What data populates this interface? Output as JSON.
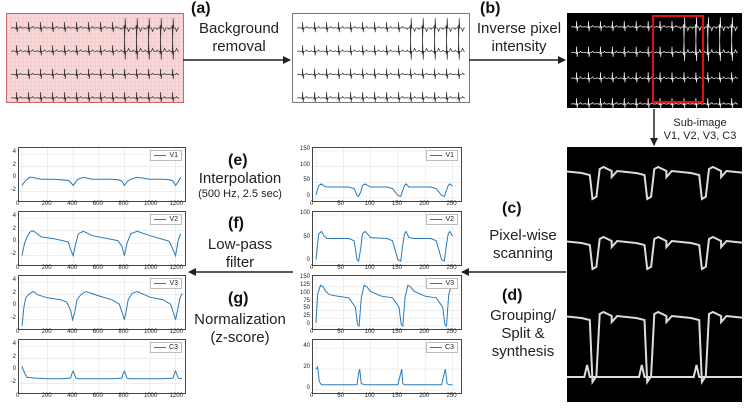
{
  "steps": {
    "a": {
      "letter": "(a)",
      "text": "Background\nremoval"
    },
    "b": {
      "letter": "(b)",
      "text": "Inverse pixel\nintensity"
    },
    "subimage": {
      "text": "Sub-image\nV1, V2, V3, C3"
    },
    "c": {
      "letter": "(c)",
      "text": "Pixel-wise\nscanning"
    },
    "d": {
      "letter": "(d)",
      "text": "Grouping/\nSplit &\nsynthesis"
    },
    "e": {
      "letter": "(e)",
      "text": "Interpolation",
      "sub": "(500 Hz, 2.5 sec)"
    },
    "f": {
      "letter": "(f)",
      "text": "Low-pass\nfilter"
    },
    "g": {
      "letter": "(g)",
      "text": "Normalization\n(z-score)"
    }
  },
  "colors": {
    "pink_bg": "#f8dada",
    "pink_grid": "#e8a8a8",
    "line": "#2a7ab8",
    "highlight": "#e01010"
  },
  "chart_data": [
    {
      "type": "line",
      "name": "scanned-signals",
      "x_ticks": [
        "0",
        "50",
        "100",
        "150",
        "200",
        "250"
      ],
      "xlim": [
        0,
        260
      ],
      "panels": [
        {
          "legend": "V1",
          "y_ticks": [
            "150",
            "100",
            "50",
            "0"
          ],
          "ylim": [
            0,
            150
          ],
          "x": [
            0,
            5,
            10,
            15,
            20,
            30,
            60,
            70,
            75,
            78,
            82,
            85,
            90,
            100,
            130,
            140,
            150,
            155,
            158,
            162,
            165,
            170,
            180,
            210,
            220,
            230,
            235,
            238,
            242,
            245,
            250
          ],
          "y": [
            10,
            40,
            45,
            38,
            35,
            35,
            35,
            30,
            8,
            5,
            20,
            40,
            45,
            35,
            35,
            30,
            8,
            5,
            20,
            40,
            45,
            35,
            35,
            35,
            30,
            8,
            5,
            20,
            40,
            45,
            38
          ]
        },
        {
          "legend": "V2",
          "y_ticks": [
            "100",
            "50",
            "0"
          ],
          "ylim": [
            0,
            100
          ],
          "x": [
            0,
            5,
            10,
            15,
            20,
            30,
            60,
            70,
            75,
            78,
            82,
            85,
            90,
            100,
            130,
            140,
            150,
            155,
            158,
            162,
            165,
            170,
            180,
            210,
            220,
            230,
            235,
            238,
            242,
            245,
            250
          ],
          "y": [
            5,
            60,
            65,
            55,
            50,
            50,
            50,
            45,
            5,
            2,
            30,
            60,
            65,
            52,
            50,
            45,
            5,
            2,
            30,
            60,
            65,
            52,
            50,
            50,
            45,
            5,
            2,
            30,
            60,
            65,
            55
          ]
        },
        {
          "legend": "V3",
          "y_ticks": [
            "150",
            "125",
            "100",
            "75",
            "50",
            "25",
            "0"
          ],
          "ylim": [
            0,
            150
          ],
          "x": [
            0,
            3,
            8,
            13,
            18,
            25,
            40,
            60,
            72,
            76,
            79,
            83,
            88,
            93,
            100,
            120,
            140,
            152,
            156,
            159,
            163,
            168,
            173,
            180,
            200,
            220,
            232,
            236,
            239,
            243,
            248,
            250
          ],
          "y": [
            10,
            100,
            130,
            125,
            110,
            100,
            95,
            90,
            60,
            5,
            0,
            90,
            130,
            125,
            110,
            95,
            90,
            60,
            5,
            0,
            90,
            130,
            125,
            110,
            95,
            90,
            60,
            5,
            0,
            100,
            130,
            125
          ]
        },
        {
          "legend": "C3",
          "y_ticks": [
            "40",
            "20",
            "0"
          ],
          "ylim": [
            0,
            45
          ],
          "x": [
            0,
            3,
            6,
            10,
            20,
            40,
            60,
            75,
            78,
            80,
            83,
            90,
            110,
            150,
            155,
            157,
            159,
            162,
            170,
            200,
            230,
            235,
            237,
            240,
            244,
            250
          ],
          "y": [
            20,
            22,
            8,
            5,
            5,
            5,
            5,
            5,
            16,
            20,
            6,
            5,
            5,
            5,
            16,
            20,
            6,
            5,
            5,
            5,
            5,
            16,
            20,
            6,
            5,
            5
          ]
        }
      ]
    },
    {
      "type": "line",
      "name": "normalized-signals",
      "x_ticks": [
        "0",
        "200",
        "400",
        "600",
        "800",
        "1000",
        "1200"
      ],
      "xlim": [
        0,
        1250
      ],
      "panels": [
        {
          "legend": "V1",
          "y_ticks": [
            "4",
            "2",
            "0",
            "-2"
          ],
          "ylim": [
            -3,
            4.5
          ],
          "x": [
            0,
            20,
            40,
            60,
            80,
            100,
            150,
            250,
            300,
            360,
            380,
            400,
            420,
            440,
            480,
            550,
            700,
            750,
            780,
            800,
            820,
            850,
            900,
            1000,
            1100,
            1150,
            1180,
            1200,
            1220,
            1240
          ],
          "y": [
            -1,
            -0.4,
            0,
            0.3,
            0.3,
            0.2,
            0,
            0,
            -0.1,
            -0.2,
            -0.5,
            -1,
            -0.4,
            0,
            0.3,
            0,
            0,
            -0.1,
            -0.3,
            -1,
            -0.4,
            0,
            0.3,
            0,
            0,
            -0.1,
            -0.3,
            -1,
            -0.4,
            0.3
          ]
        },
        {
          "legend": "V2",
          "y_ticks": [
            "4",
            "2",
            "0",
            "-2"
          ],
          "ylim": [
            -3,
            4.5
          ],
          "x": [
            0,
            20,
            40,
            60,
            80,
            100,
            150,
            250,
            300,
            360,
            380,
            400,
            420,
            440,
            480,
            550,
            700,
            750,
            780,
            800,
            820,
            850,
            900,
            1000,
            1100,
            1150,
            1180,
            1200,
            1220,
            1240
          ],
          "y": [
            -2,
            0,
            1,
            1.7,
            2,
            1.8,
            1,
            0.7,
            0.5,
            0.2,
            -1,
            -2,
            0,
            1.5,
            1.9,
            1.2,
            0.6,
            0.4,
            -0.5,
            -2,
            0,
            1.5,
            1.9,
            1.2,
            0.6,
            0.3,
            -1,
            -2,
            0.5,
            1.5
          ]
        },
        {
          "legend": "V3",
          "y_ticks": [
            "4",
            "2",
            "0",
            "-2"
          ],
          "ylim": [
            -3,
            4.5
          ],
          "x": [
            0,
            15,
            30,
            60,
            90,
            120,
            200,
            300,
            350,
            380,
            395,
            410,
            430,
            460,
            500,
            600,
            700,
            760,
            785,
            800,
            815,
            830,
            860,
            900,
            1000,
            1100,
            1160,
            1185,
            1200,
            1215,
            1235,
            1250
          ],
          "y": [
            -3,
            0,
            1.5,
            2.2,
            2.5,
            2,
            1.5,
            1.2,
            0.8,
            -0.5,
            -2,
            -1,
            1.2,
            2,
            2.5,
            1.8,
            1.2,
            0.5,
            -1,
            -2,
            -0.5,
            1.2,
            2.2,
            2.5,
            1.6,
            1.2,
            0.5,
            -1,
            -2,
            -0.5,
            1.5,
            2.2
          ]
        },
        {
          "legend": "C3",
          "y_ticks": [
            "4",
            "2",
            "0",
            "-2"
          ],
          "ylim": [
            -3,
            4.5
          ],
          "x": [
            0,
            10,
            25,
            40,
            60,
            100,
            200,
            300,
            380,
            390,
            400,
            410,
            420,
            440,
            500,
            600,
            700,
            780,
            790,
            800,
            810,
            820,
            840,
            900,
            1000,
            1100,
            1180,
            1190,
            1200,
            1210,
            1220,
            1250
          ],
          "y": [
            0.8,
            0.2,
            -0.5,
            -1,
            -1,
            -1.1,
            -1.2,
            -1.2,
            -1.1,
            -0.4,
            0,
            -0.5,
            -1.1,
            -1.2,
            -1.2,
            -1.2,
            -1.2,
            -1.1,
            -0.4,
            0,
            -0.5,
            -1.1,
            -1.2,
            -1.2,
            -1.2,
            -1.2,
            -1.1,
            -0.4,
            0,
            -0.5,
            -1.1,
            -1.2
          ]
        }
      ]
    }
  ]
}
